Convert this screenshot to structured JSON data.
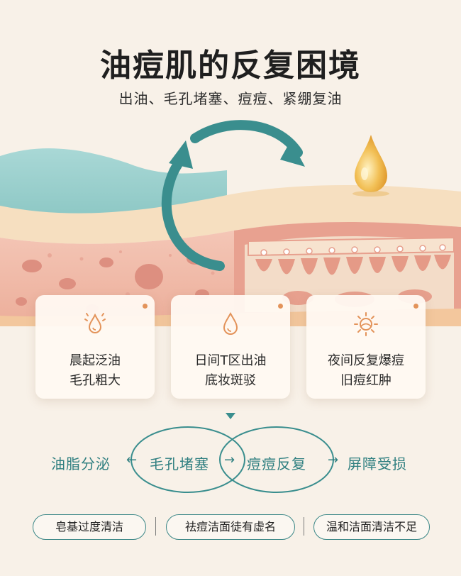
{
  "header": {
    "title": "油痘肌的反复困境",
    "subtitle": "出油、毛孔堵塞、痘痘、紧绷复油"
  },
  "cards": [
    {
      "icon": "water-drop-sparkle-icon",
      "line1": "晨起泛油",
      "line2": "毛孔粗大"
    },
    {
      "icon": "oil-drop-icon",
      "line1": "日间T区出油",
      "line2": "底妆斑驳"
    },
    {
      "icon": "sun-rays-icon",
      "line1": "夜间反复爆痘",
      "line2": "旧痘红肿"
    }
  ],
  "cycle": {
    "items": [
      "油脂分泌",
      "毛孔堵塞",
      "痘痘反复",
      "屏障受损"
    ],
    "arrows": [
      "←",
      "→",
      "→"
    ]
  },
  "pills": [
    "皂基过度清洁",
    "祛痘洁面徒有虚名",
    "温和洁面清洁不足"
  ],
  "colors": {
    "accent": "#3a8e8e",
    "skin_pink": "#f2b8a6",
    "skin_cream": "#f6dfc0",
    "oil_gold": "#e7a83b",
    "icon_orange": "#e3935a"
  }
}
